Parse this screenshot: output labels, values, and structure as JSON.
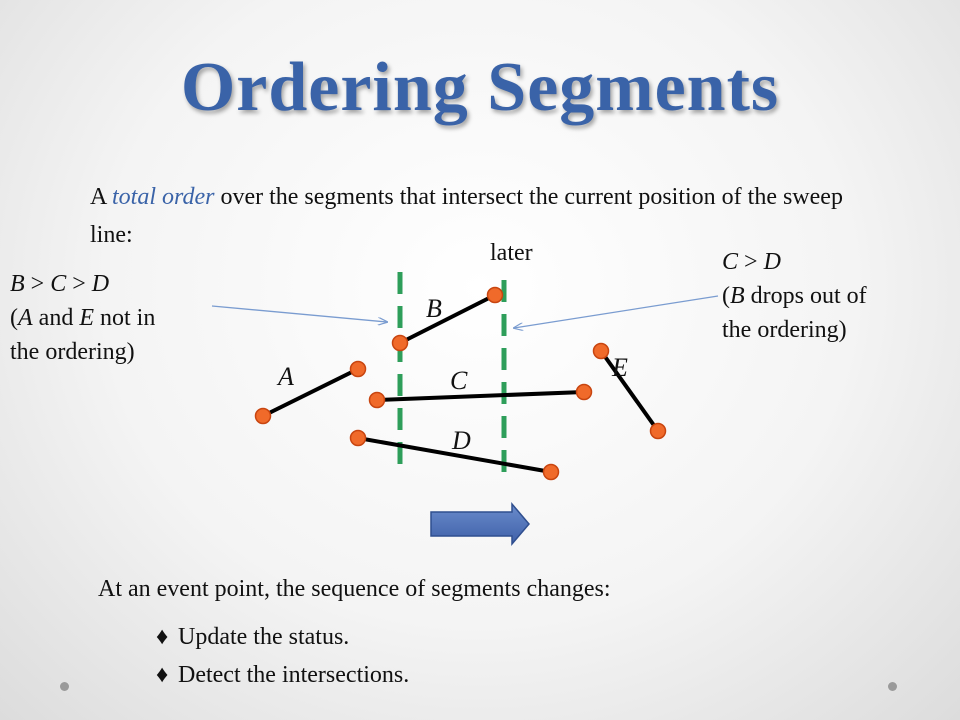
{
  "title": "Ordering  Segments",
  "intro": {
    "prefix": "A ",
    "emphasis": "total order",
    "suffix": " over the segments that intersect the current position of the sweep line:"
  },
  "left_note": {
    "order_b": "B",
    "order_sep1": " > ",
    "order_c": "C",
    "order_sep2": " > ",
    "order_d": "D",
    "paren_open": "(",
    "seg_a": "A",
    "and_text": " and ",
    "seg_e": "E",
    "not_in": " not in",
    "line3": "the ordering)"
  },
  "right_note": {
    "order_c": "C",
    "order_sep": " > ",
    "order_d": "D",
    "paren_open": "(",
    "seg_b": "B",
    "drops": " drops out of",
    "line3": "the ordering)"
  },
  "later_label": "later",
  "segment_labels": {
    "a": "A",
    "b": "B",
    "c": "C",
    "d": "D",
    "e": "E"
  },
  "event_text": "At an event point, the sequence of segments changes:",
  "bullets": [
    {
      "symbol": "♦",
      "text": "Update the status."
    },
    {
      "symbol": "♦",
      "text": "Detect the intersections."
    }
  ],
  "colors": {
    "title": "#3a63a8",
    "emphasis": "#3a63a8",
    "endpoint": "#f06a2a",
    "sweep_line": "#2e9e5a",
    "arrow": "#4f72b8",
    "pointer": "#7a9cd0"
  }
}
